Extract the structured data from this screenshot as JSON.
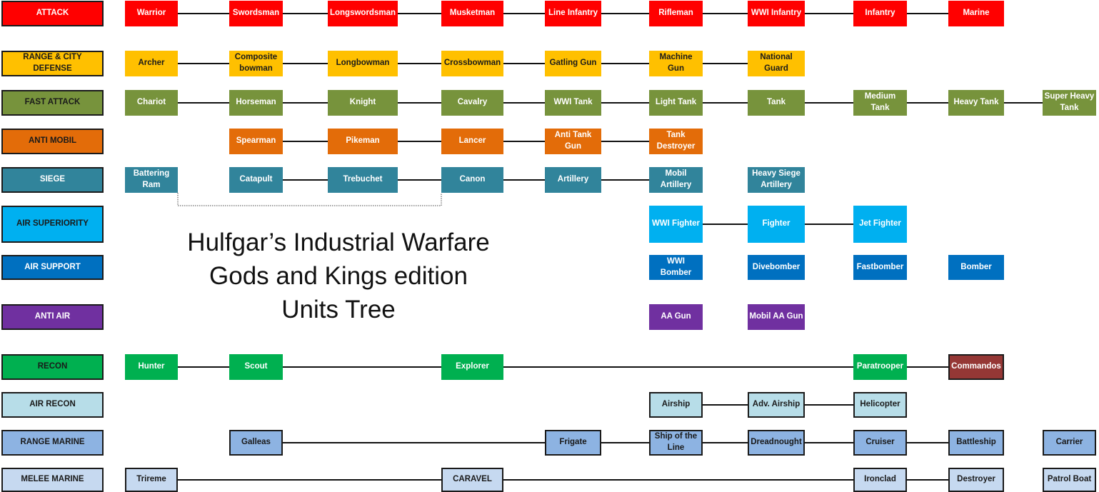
{
  "title_lines": [
    "Hulfgar’s Industrial Warfare",
    "Gods and Kings edition",
    "Units Tree"
  ],
  "palette": {
    "attack": "#ff0000",
    "range": "#ffc000",
    "fast": "#77933c",
    "anti_mobil": "#e36c09",
    "siege": "#31849b",
    "air_sup": "#00b0f0",
    "air_support": "#0070c0",
    "anti_air": "#7030a0",
    "recon": "#00b050",
    "commandos": "#953735",
    "air_recon": "#b7dde8",
    "range_marine": "#8db3e2",
    "melee_marine": "#c6d9f0"
  },
  "rows": [
    {
      "key": "attack",
      "category": "ATTACK",
      "color": "#ff0000",
      "text_color": "#ffffff",
      "cat_text_color": "#ffffff",
      "units": [
        {
          "col": 0,
          "name": "Warrior"
        },
        {
          "col": 1,
          "name": "Swordsman"
        },
        {
          "col": 2,
          "name": "Longswordsman"
        },
        {
          "col": 3,
          "name": "Musketman"
        },
        {
          "col": 4,
          "name": "Line Infantry"
        },
        {
          "col": 5,
          "name": "Rifleman"
        },
        {
          "col": 6,
          "name": "WWI Infantry"
        },
        {
          "col": 7,
          "name": "Infantry"
        },
        {
          "col": 8,
          "name": "Marine"
        }
      ],
      "links": [
        [
          0,
          1
        ],
        [
          1,
          2
        ],
        [
          2,
          3
        ],
        [
          3,
          4
        ],
        [
          4,
          5
        ],
        [
          5,
          6
        ],
        [
          6,
          7
        ],
        [
          7,
          8
        ]
      ]
    },
    {
      "key": "range",
      "category": "RANGE & CITY DEFENSE",
      "color": "#ffc000",
      "text_color": "#1a1a1a",
      "cat_text_color": "#1a1a1a",
      "units": [
        {
          "col": 0,
          "name": "Archer"
        },
        {
          "col": 1,
          "name": "Composite bowman",
          "lines": [
            "Composite",
            "bowman"
          ]
        },
        {
          "col": 2,
          "name": "Longbowman"
        },
        {
          "col": 3,
          "name": "Crossbowman"
        },
        {
          "col": 4,
          "name": "Gatling Gun"
        },
        {
          "col": 5,
          "name": "Machine Gun",
          "lines": [
            "Machine",
            "Gun"
          ]
        },
        {
          "col": 6,
          "name": "National Guard",
          "lines": [
            "National",
            "Guard"
          ]
        }
      ],
      "links": [
        [
          0,
          1
        ],
        [
          1,
          2
        ],
        [
          2,
          3
        ],
        [
          3,
          4
        ],
        [
          4,
          5
        ],
        [
          5,
          6
        ]
      ]
    },
    {
      "key": "fast",
      "category": "FAST ATTACK",
      "color": "#77933c",
      "text_color": "#ffffff",
      "cat_text_color": "#1a1a1a",
      "units": [
        {
          "col": 0,
          "name": "Chariot"
        },
        {
          "col": 1,
          "name": "Horseman"
        },
        {
          "col": 2,
          "name": "Knight"
        },
        {
          "col": 3,
          "name": "Cavalry"
        },
        {
          "col": 4,
          "name": "WWI Tank"
        },
        {
          "col": 5,
          "name": "Light Tank"
        },
        {
          "col": 6,
          "name": "Tank"
        },
        {
          "col": 7,
          "name": "Medium Tank",
          "lines": [
            "Medium",
            "Tank"
          ]
        },
        {
          "col": 8,
          "name": "Heavy Tank"
        },
        {
          "col": 9,
          "name": "Super Heavy Tank",
          "lines": [
            "Super Heavy",
            "Tank"
          ]
        }
      ],
      "links": [
        [
          0,
          1
        ],
        [
          1,
          2
        ],
        [
          2,
          3
        ],
        [
          3,
          4
        ],
        [
          4,
          5
        ],
        [
          5,
          6
        ],
        [
          6,
          7
        ],
        [
          7,
          8
        ],
        [
          8,
          9
        ]
      ]
    },
    {
      "key": "anti_mobil",
      "category": "ANTI MOBIL",
      "color": "#e36c09",
      "text_color": "#ffffff",
      "cat_text_color": "#1a1a1a",
      "units": [
        {
          "col": 1,
          "name": "Spearman"
        },
        {
          "col": 2,
          "name": "Pikeman"
        },
        {
          "col": 3,
          "name": "Lancer"
        },
        {
          "col": 4,
          "name": "Anti Tank Gun",
          "lines": [
            "Anti Tank",
            "Gun"
          ]
        },
        {
          "col": 5,
          "name": "Tank Destroyer",
          "lines": [
            "Tank",
            "Destroyer"
          ]
        }
      ],
      "links": [
        [
          1,
          2
        ],
        [
          2,
          3
        ],
        [
          3,
          4
        ],
        [
          4,
          5
        ]
      ]
    },
    {
      "key": "siege",
      "category": "SIEGE",
      "color": "#31849b",
      "text_color": "#ffffff",
      "cat_text_color": "#ffffff",
      "units": [
        {
          "col": 0,
          "name": "Battering Ram",
          "lines": [
            "Battering",
            "Ram"
          ]
        },
        {
          "col": 1,
          "name": "Catapult"
        },
        {
          "col": 2,
          "name": "Trebuchet"
        },
        {
          "col": 3,
          "name": "Canon"
        },
        {
          "col": 4,
          "name": "Artillery"
        },
        {
          "col": 5,
          "name": "Mobil Artillery",
          "lines": [
            "Mobil",
            "Artillery"
          ]
        },
        {
          "col": 6,
          "name": "Heavy Siege Artillery",
          "lines": [
            "Heavy Siege",
            "Artillery"
          ]
        }
      ],
      "links": [
        [
          1,
          2
        ],
        [
          2,
          3
        ],
        [
          3,
          4
        ],
        [
          4,
          5
        ]
      ],
      "dotted_links": [
        [
          0,
          3
        ]
      ]
    },
    {
      "key": "air_sup",
      "category": "AIR SUPERIORITY",
      "color": "#00b0f0",
      "text_color": "#ffffff",
      "cat_text_color": "#1a1a1a",
      "units": [
        {
          "col": 5,
          "name": "WWI Fighter"
        },
        {
          "col": 6,
          "name": "Fighter"
        },
        {
          "col": 7,
          "name": "Jet Fighter"
        }
      ],
      "links": [
        [
          5,
          6
        ],
        [
          6,
          7
        ]
      ]
    },
    {
      "key": "air_support",
      "category": "AIR SUPPORT",
      "color": "#0070c0",
      "text_color": "#ffffff",
      "cat_text_color": "#ffffff",
      "units": [
        {
          "col": 5,
          "name": "WWI Bomber",
          "lines": [
            "WWI",
            "Bomber"
          ]
        },
        {
          "col": 6,
          "name": "Divebomber"
        },
        {
          "col": 7,
          "name": "Fastbomber"
        },
        {
          "col": 8,
          "name": "Bomber"
        }
      ],
      "links": []
    },
    {
      "key": "anti_air",
      "category": "ANTI AIR",
      "color": "#7030a0",
      "text_color": "#ffffff",
      "cat_text_color": "#ffffff",
      "units": [
        {
          "col": 5,
          "name": "AA Gun"
        },
        {
          "col": 6,
          "name": "Mobil AA Gun"
        }
      ],
      "links": []
    },
    {
      "key": "recon",
      "category": "RECON",
      "color": "#00b050",
      "text_color": "#ffffff",
      "cat_text_color": "#1a1a1a",
      "units": [
        {
          "col": 0,
          "name": "Hunter"
        },
        {
          "col": 1,
          "name": "Scout"
        },
        {
          "col": 3,
          "name": "Explorer"
        },
        {
          "col": 7,
          "name": "Paratrooper"
        },
        {
          "col": 8,
          "name": "Commandos",
          "color": "#953735",
          "bordered": true
        }
      ],
      "links": [
        [
          0,
          1
        ],
        [
          1,
          3
        ],
        [
          3,
          7
        ],
        [
          7,
          8
        ]
      ]
    },
    {
      "key": "air_recon",
      "category": "AIR RECON",
      "color": "#b7dde8",
      "text_color": "#1a1a1a",
      "cat_text_color": "#1a1a1a",
      "bordered": true,
      "units": [
        {
          "col": 5,
          "name": "Airship"
        },
        {
          "col": 6,
          "name": "Adv. Airship"
        },
        {
          "col": 7,
          "name": "Helicopter"
        }
      ],
      "links": [
        [
          5,
          6
        ],
        [
          6,
          7
        ]
      ]
    },
    {
      "key": "range_marine",
      "category": "RANGE MARINE",
      "color": "#8db3e2",
      "text_color": "#1a1a1a",
      "cat_text_color": "#1a1a1a",
      "bordered": true,
      "units": [
        {
          "col": 1,
          "name": "Galleas"
        },
        {
          "col": 4,
          "name": "Frigate"
        },
        {
          "col": 5,
          "name": "Ship of the Line",
          "lines": [
            "Ship of the",
            "Line"
          ]
        },
        {
          "col": 6,
          "name": "Dreadnought"
        },
        {
          "col": 7,
          "name": "Cruiser"
        },
        {
          "col": 8,
          "name": "Battleship"
        },
        {
          "col": 9,
          "name": "Carrier"
        }
      ],
      "links": [
        [
          1,
          4
        ],
        [
          4,
          5
        ],
        [
          5,
          6
        ],
        [
          6,
          7
        ],
        [
          7,
          8
        ]
      ]
    },
    {
      "key": "melee_marine",
      "category": "MELEE MARINE",
      "color": "#c6d9f0",
      "text_color": "#1a1a1a",
      "cat_text_color": "#1a1a1a",
      "bordered": true,
      "units": [
        {
          "col": 0,
          "name": "Trireme"
        },
        {
          "col": 3,
          "name": "CARAVEL"
        },
        {
          "col": 7,
          "name": "Ironclad"
        },
        {
          "col": 8,
          "name": "Destroyer"
        },
        {
          "col": 9,
          "name": "Patrol Boat"
        }
      ],
      "links": [
        [
          0,
          3
        ],
        [
          3,
          7
        ],
        [
          7,
          8
        ]
      ]
    }
  ]
}
